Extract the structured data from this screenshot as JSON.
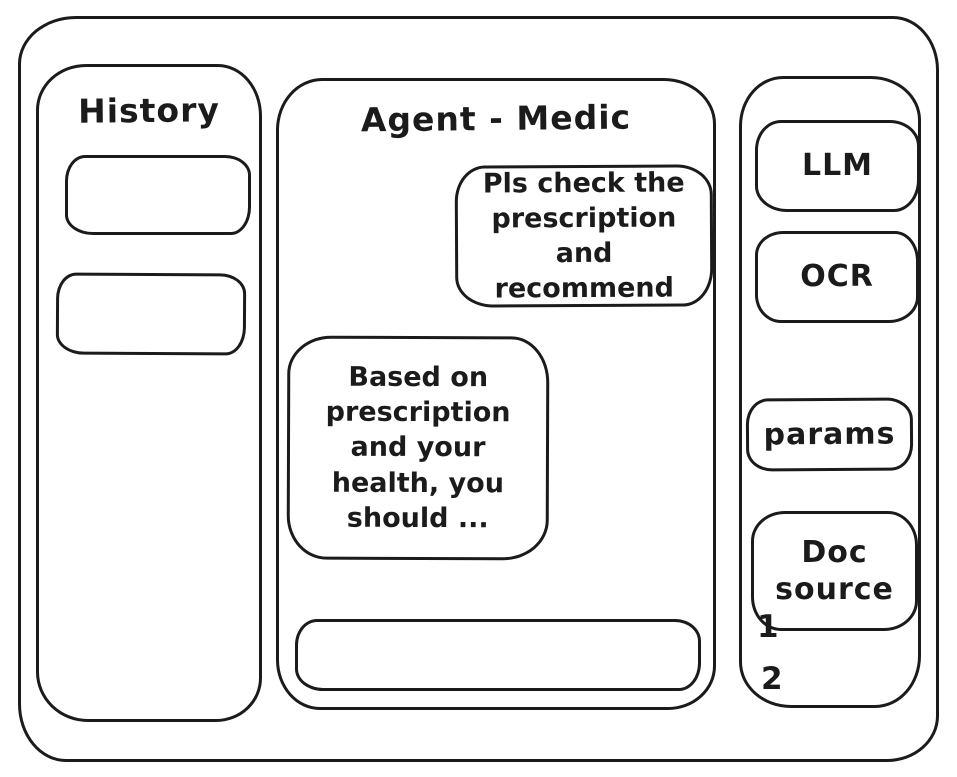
{
  "history_panel": {
    "title": "History",
    "items": [
      {
        "label": ""
      },
      {
        "label": ""
      }
    ]
  },
  "chat_panel": {
    "title": "Agent - Medic",
    "messages": [
      {
        "role": "user",
        "text": "Pls check the prescription and recommend"
      },
      {
        "role": "agent",
        "text": "Based on prescription and your health, you should ..."
      }
    ],
    "input": {
      "value": "",
      "placeholder": ""
    }
  },
  "tools_panel": {
    "buttons": [
      {
        "label": "LLM"
      },
      {
        "label": "OCR"
      },
      {
        "label": "params"
      },
      {
        "label": "Doc source"
      }
    ],
    "doc_source_items": [
      "1",
      "2"
    ]
  },
  "colors": {
    "stroke": "#1b1b1b",
    "background": "#ffffff"
  }
}
